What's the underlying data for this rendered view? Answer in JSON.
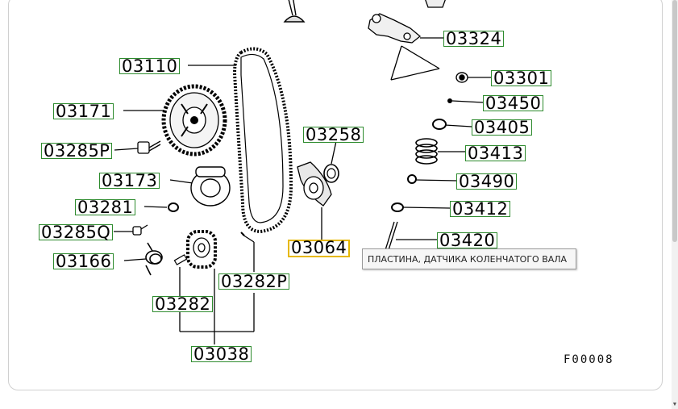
{
  "diagram": {
    "figure_code": "F00008",
    "selected_part": "03064",
    "tooltip": "ПЛАСТИНА, ДАТЧИКА КОЛЕНЧАТОГО ВАЛА",
    "callouts": {
      "c03324": "03324",
      "c03301": "03301",
      "c03450": "03450",
      "c03405": "03405",
      "c03413": "03413",
      "c03490": "03490",
      "c03412": "03412",
      "c03420": "03420",
      "c03110": "03110",
      "c03171": "03171",
      "c03285P": "03285P",
      "c03173": "03173",
      "c03281": "03281",
      "c03285Q": "03285Q",
      "c03166": "03166",
      "c03258": "03258",
      "c03064": "03064",
      "c03282P": "03282P",
      "c03282": "03282",
      "c03038": "03038"
    }
  },
  "colors": {
    "callout_border": "#2e8b2e",
    "selected_border": "#e6b800",
    "tooltip_bg": "#f6f6f6"
  },
  "icons": {
    "timing_belt": "timing-belt-icon",
    "camshaft_sprocket": "camshaft-sprocket-icon",
    "crank_sprocket": "crank-sprocket-icon"
  }
}
